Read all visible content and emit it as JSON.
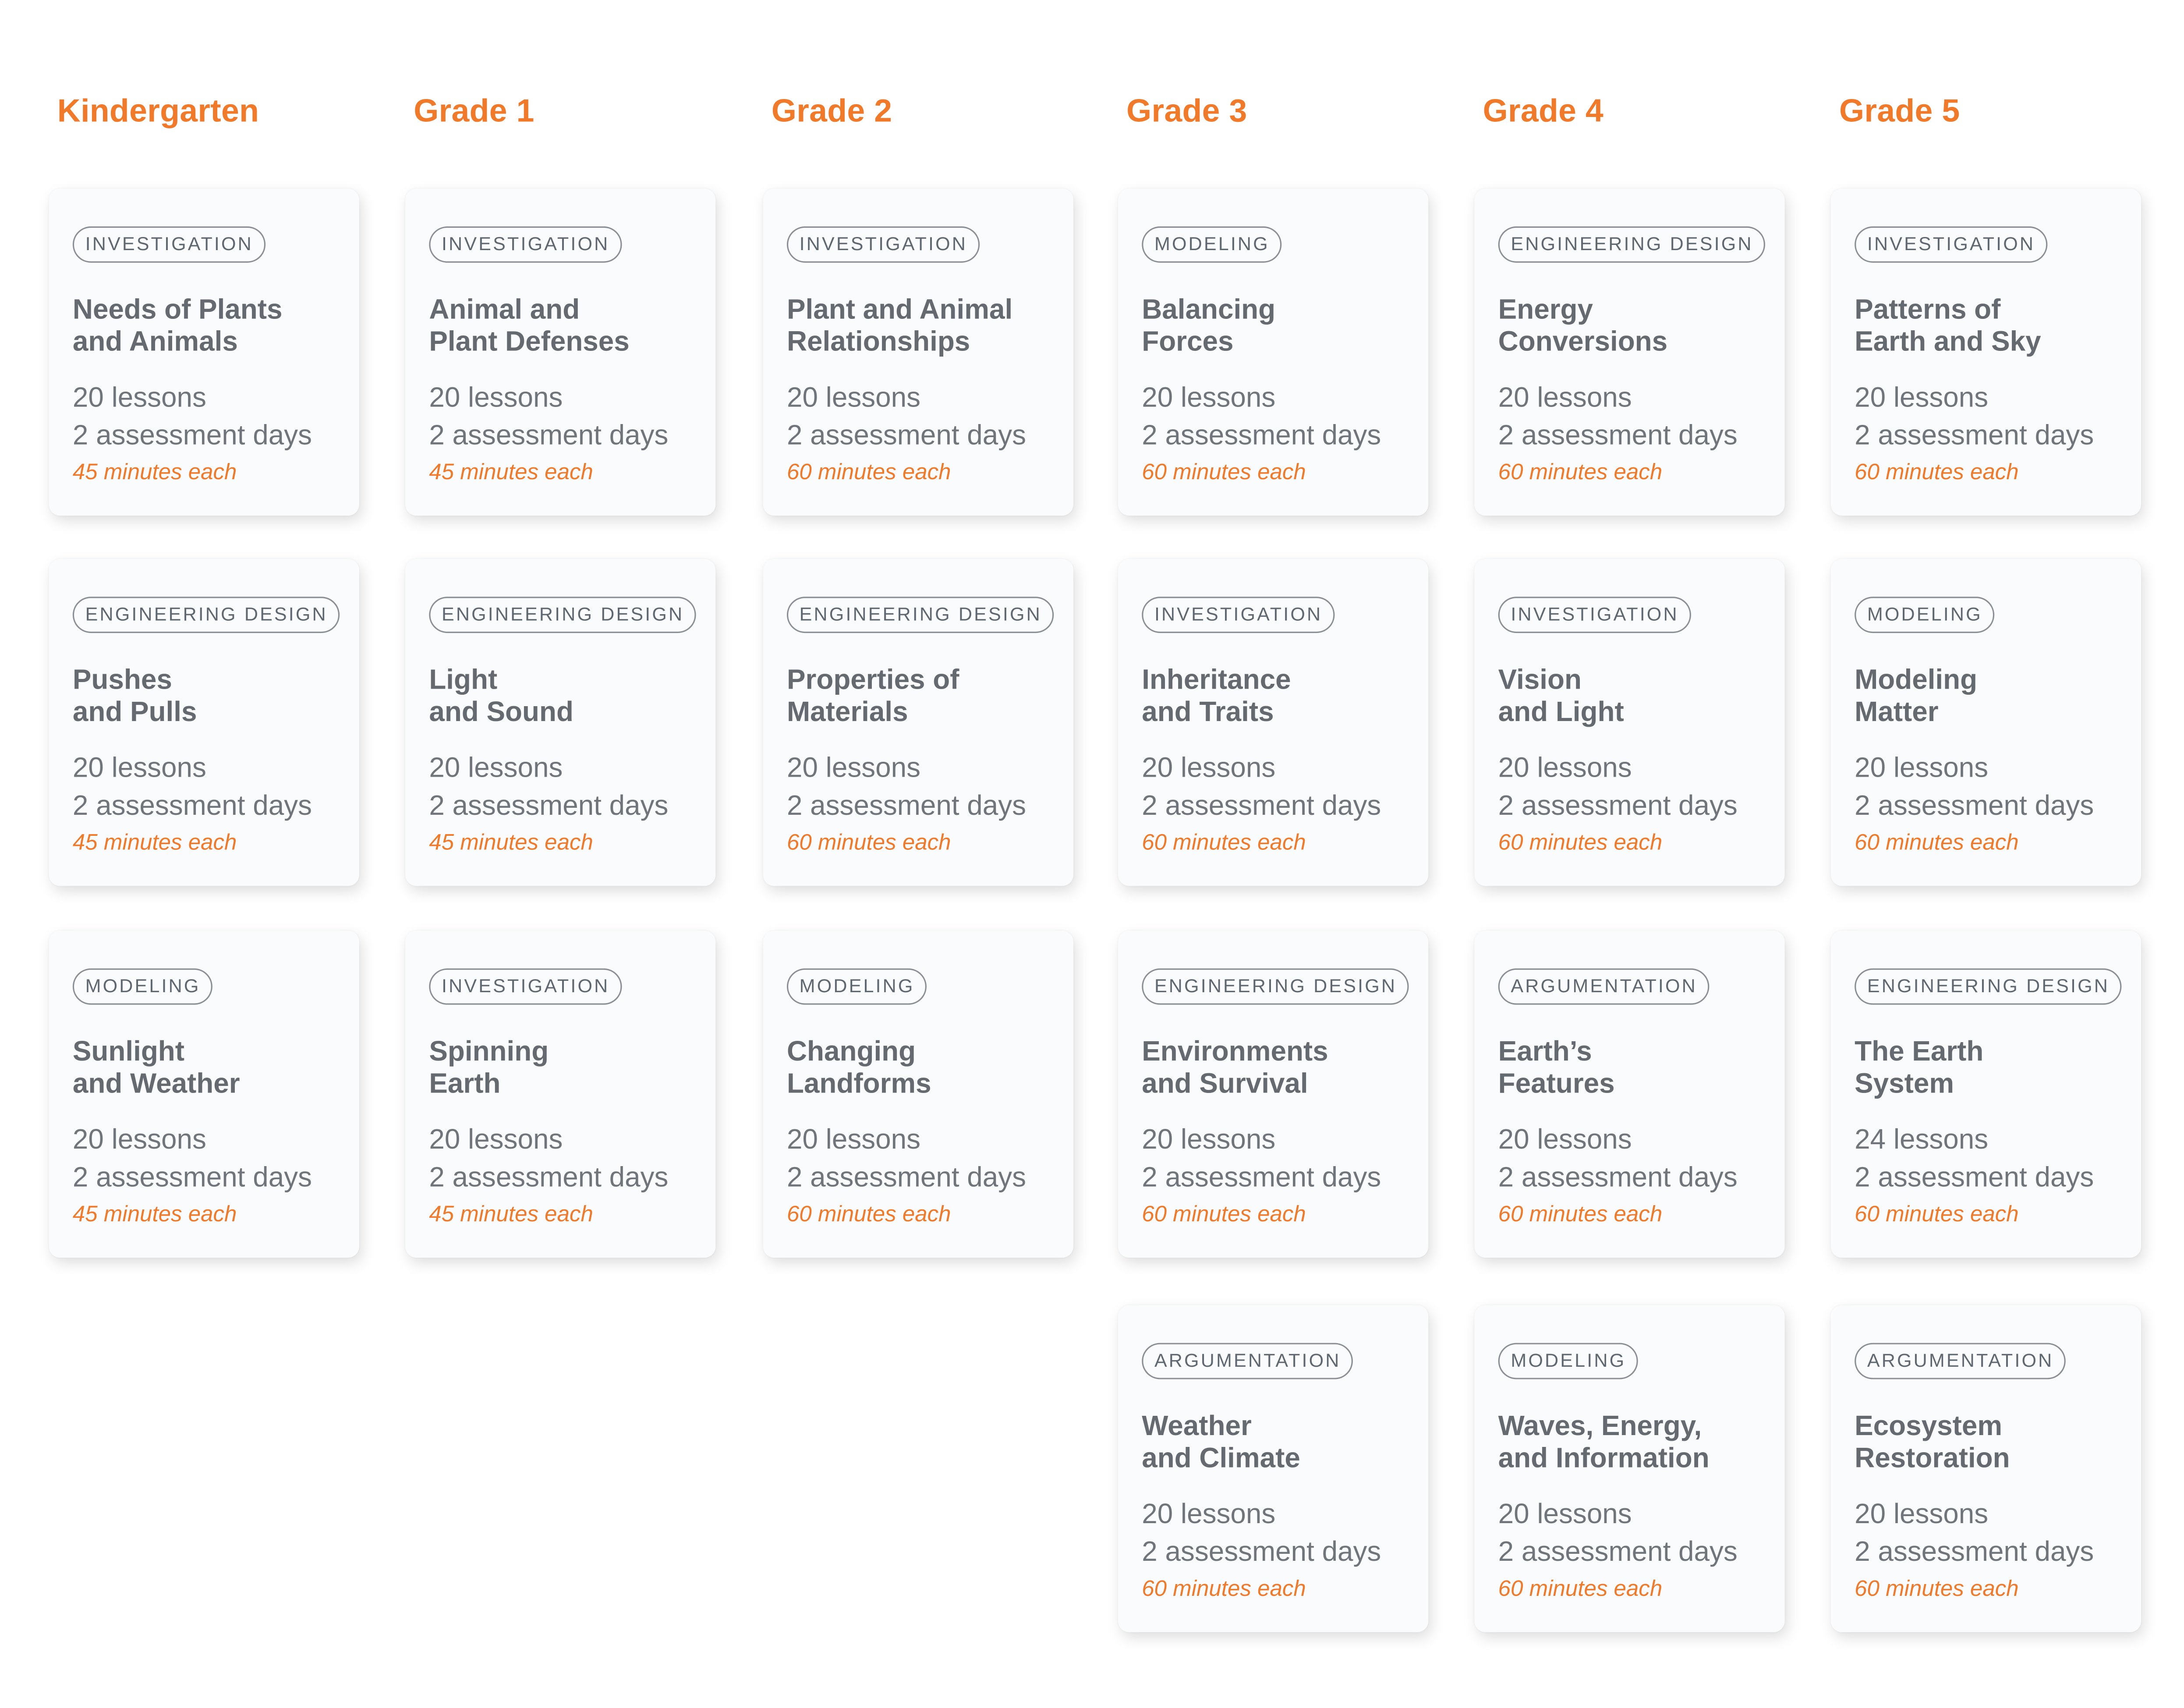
{
  "accent_color": "#f07a2a",
  "grades": [
    {
      "name": "Kindergarten",
      "units": [
        {
          "tag": "INVESTIGATION",
          "title_line1": "Needs of Plants",
          "title_line2": "and Animals",
          "lessons": "20 lessons",
          "assessment": "2 assessment days",
          "minutes": "45 minutes each"
        },
        {
          "tag": "ENGINEERING DESIGN",
          "title_line1": "Pushes",
          "title_line2": "and Pulls",
          "lessons": "20 lessons",
          "assessment": "2 assessment days",
          "minutes": "45 minutes each"
        },
        {
          "tag": "MODELING",
          "title_line1": "Sunlight",
          "title_line2": "and Weather",
          "lessons": "20 lessons",
          "assessment": "2 assessment days",
          "minutes": "45 minutes each"
        }
      ]
    },
    {
      "name": "Grade 1",
      "units": [
        {
          "tag": "INVESTIGATION",
          "title_line1": "Animal and",
          "title_line2": "Plant Defenses",
          "lessons": "20 lessons",
          "assessment": "2 assessment days",
          "minutes": "45 minutes each"
        },
        {
          "tag": "ENGINEERING DESIGN",
          "title_line1": "Light",
          "title_line2": "and Sound",
          "lessons": "20 lessons",
          "assessment": "2 assessment days",
          "minutes": "45 minutes each"
        },
        {
          "tag": "INVESTIGATION",
          "title_line1": "Spinning",
          "title_line2": "Earth",
          "lessons": "20 lessons",
          "assessment": "2 assessment days",
          "minutes": "45 minutes each"
        }
      ]
    },
    {
      "name": "Grade 2",
      "units": [
        {
          "tag": "INVESTIGATION",
          "title_line1": "Plant and Animal",
          "title_line2": "Relationships",
          "lessons": "20 lessons",
          "assessment": "2 assessment days",
          "minutes": "60 minutes each"
        },
        {
          "tag": "ENGINEERING DESIGN",
          "title_line1": "Properties of",
          "title_line2": "Materials",
          "lessons": "20 lessons",
          "assessment": "2 assessment days",
          "minutes": "60 minutes each"
        },
        {
          "tag": "MODELING",
          "title_line1": "Changing",
          "title_line2": "Landforms",
          "lessons": "20 lessons",
          "assessment": "2 assessment days",
          "minutes": "60 minutes each"
        }
      ]
    },
    {
      "name": "Grade 3",
      "units": [
        {
          "tag": "MODELING",
          "title_line1": "Balancing",
          "title_line2": "Forces",
          "lessons": "20 lessons",
          "assessment": "2 assessment days",
          "minutes": "60 minutes each"
        },
        {
          "tag": "INVESTIGATION",
          "title_line1": "Inheritance",
          "title_line2": "and Traits",
          "lessons": "20 lessons",
          "assessment": "2 assessment days",
          "minutes": "60 minutes each"
        },
        {
          "tag": "ENGINEERING DESIGN",
          "title_line1": "Environments",
          "title_line2": "and Survival",
          "lessons": "20 lessons",
          "assessment": "2 assessment days",
          "minutes": "60 minutes each"
        },
        {
          "tag": "ARGUMENTATION",
          "title_line1": "Weather",
          "title_line2": "and Climate",
          "lessons": "20 lessons",
          "assessment": "2 assessment days",
          "minutes": "60 minutes each"
        }
      ]
    },
    {
      "name": "Grade 4",
      "units": [
        {
          "tag": "ENGINEERING DESIGN",
          "title_line1": "Energy",
          "title_line2": "Conversions",
          "lessons": "20 lessons",
          "assessment": "2 assessment days",
          "minutes": "60 minutes each"
        },
        {
          "tag": "INVESTIGATION",
          "title_line1": "Vision",
          "title_line2": "and Light",
          "lessons": "20 lessons",
          "assessment": "2 assessment days",
          "minutes": "60 minutes each"
        },
        {
          "tag": "ARGUMENTATION",
          "title_line1": "Earth’s",
          "title_line2": "Features",
          "lessons": "20 lessons",
          "assessment": "2 assessment days",
          "minutes": "60 minutes each"
        },
        {
          "tag": "MODELING",
          "title_line1": "Waves, Energy,",
          "title_line2": "and Information",
          "lessons": "20 lessons",
          "assessment": "2 assessment days",
          "minutes": "60 minutes each"
        }
      ]
    },
    {
      "name": "Grade 5",
      "units": [
        {
          "tag": "INVESTIGATION",
          "title_line1": "Patterns of",
          "title_line2": "Earth and Sky",
          "lessons": "20 lessons",
          "assessment": "2 assessment days",
          "minutes": "60 minutes each"
        },
        {
          "tag": "MODELING",
          "title_line1": "Modeling",
          "title_line2": "Matter",
          "lessons": "20 lessons",
          "assessment": "2 assessment days",
          "minutes": "60 minutes each"
        },
        {
          "tag": "ENGINEERING DESIGN",
          "title_line1": "The Earth",
          "title_line2": "System",
          "lessons": "24 lessons",
          "assessment": "2 assessment days",
          "minutes": "60 minutes each"
        },
        {
          "tag": "ARGUMENTATION",
          "title_line1": "Ecosystem",
          "title_line2": "Restoration",
          "lessons": "20 lessons",
          "assessment": "2 assessment days",
          "minutes": "60 minutes each"
        }
      ]
    }
  ]
}
